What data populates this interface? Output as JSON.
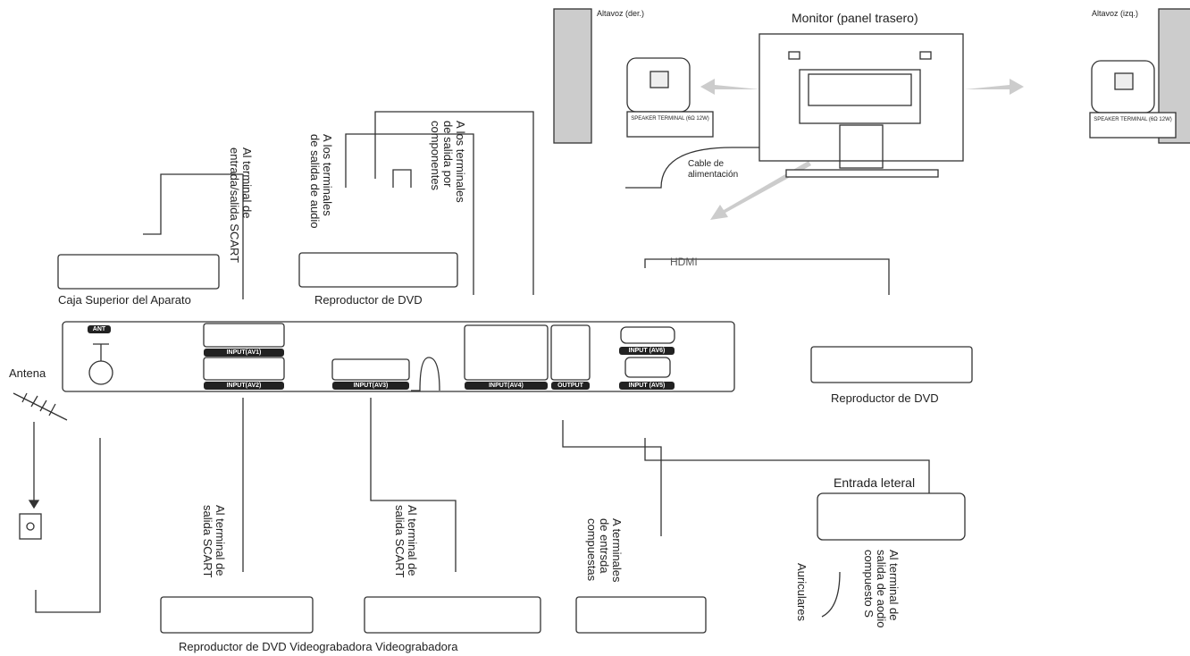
{
  "monitor": {
    "title": "Monitor (panel trasero)",
    "speaker_right": "Altavoz (der.)",
    "speaker_left": "Altavoz (izq.)",
    "speaker_terminal": "SPEAKER TERMINAL (6Ω 12W)",
    "power_cable": "Cable de\nalimentación"
  },
  "panel": {
    "ant": "ANT",
    "av1": "INPUT(AV1)",
    "av2": "INPUT(AV2)",
    "av3": "INPUT(AV3)",
    "av4": "INPUT(AV4)",
    "output": "OUTPUT",
    "av6": "INPUT (AV6)",
    "av5": "INPUT (AV5)"
  },
  "labels": {
    "hdmi": "HDMI",
    "settop": "Caja Superior del Aparato",
    "dvd_top": "Reproductor de DVD",
    "dvd_right": "Reproductor de DVD",
    "antenna": "Antena",
    "side_input": "Entrada leteral",
    "bottom_devices": "Reproductor de DVD Videograbadora Videograbadora",
    "scart_io": "Al terminal de\nentrada/salida SCART",
    "audio_out": "A los terminales\nde salida de audio",
    "component_out": "A los terminales\nde salida por\ncomponentes",
    "scart_out_1": "Al terminal de\nsalida SCART",
    "scart_out_2": "Al terminal de\nsalida SCART",
    "composite_in": "A terminales\nde entrsda\ncompuestas",
    "headphones": "Auriculares",
    "s_audio_out": "Al terminal de\nsalida de aodio\ncompuesto S"
  }
}
